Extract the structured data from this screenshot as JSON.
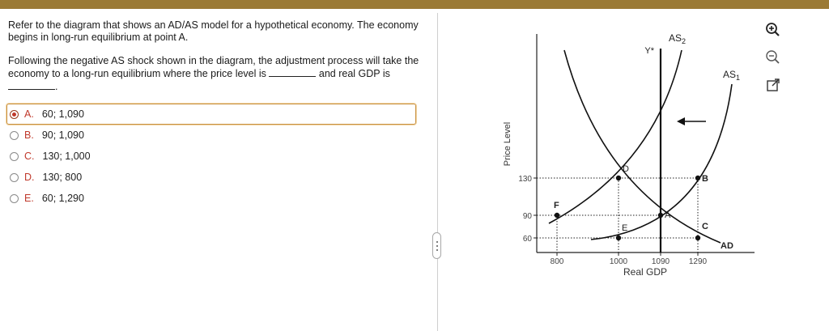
{
  "question": {
    "line1": "Refer to the diagram that shows an AD/AS model for a hypothetical economy. The economy begins in long-run equilibrium at point A.",
    "line2_a": "Following the negative AS shock shown in the diagram, the adjustment process will take the economy to a long-run equilibrium where the price level is",
    "line2_b": "and real GDP is",
    "line2_end": "."
  },
  "options": [
    {
      "letter": "A.",
      "text": "60; 1,090",
      "selected": true
    },
    {
      "letter": "B.",
      "text": "90; 1,090",
      "selected": false
    },
    {
      "letter": "C.",
      "text": "130; 1,000",
      "selected": false
    },
    {
      "letter": "D.",
      "text": "130; 800",
      "selected": false
    },
    {
      "letter": "E.",
      "text": "60; 1,290",
      "selected": false
    }
  ],
  "graph": {
    "ylabel": "Price Level",
    "xlabel": "Real GDP",
    "yticks": [
      "130",
      "90",
      "60"
    ],
    "xticks": [
      "800",
      "1000",
      "1090",
      "1290"
    ],
    "curve_labels": {
      "as2": "AS",
      "as2_sub": "2",
      "as1": "AS",
      "as1_sub": "1",
      "ad": "AD",
      "lras": "Y*"
    },
    "points": {
      "A": "A",
      "B": "B",
      "C": "C",
      "D": "D",
      "E": "E",
      "F": "F"
    }
  },
  "tools": {
    "zoom_in": "zoom-in-icon",
    "zoom_out": "zoom-out-icon",
    "popout": "popout-icon"
  },
  "colors": {
    "accent": "#c0392b",
    "topbar": "#9b7a35",
    "selected_border": "#c89040"
  }
}
